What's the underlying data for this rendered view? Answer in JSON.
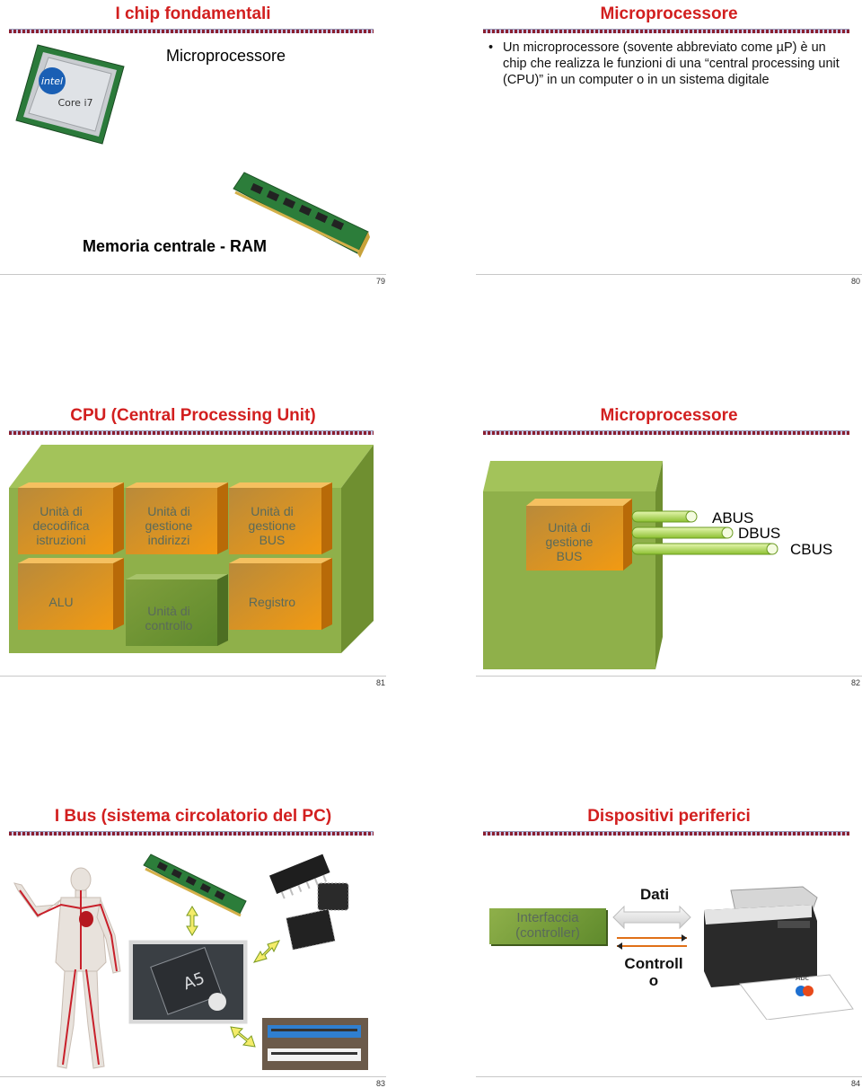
{
  "slides": [
    {
      "title": "I chip fondamentali",
      "page": "79",
      "cpu_label": "Microprocessore",
      "ram_label": "Memoria centrale - RAM",
      "cpu_chip_brand": "intel",
      "cpu_chip_model": "Core i7"
    },
    {
      "title": "Microprocessore",
      "page": "80",
      "bullet": "Un microprocessore (sovente abbreviato come µP) è un chip che realizza le funzioni di una “central processing unit (CPU)” in un computer o in un sistema digitale"
    },
    {
      "title": "CPU (Central Processing Unit)",
      "page": "81",
      "units": {
        "decode": [
          "Unità di",
          "decodifica",
          "istruzioni"
        ],
        "address": [
          "Unità di",
          "gestione",
          "indirizzi"
        ],
        "bus": [
          "Unità di",
          "gestione",
          "BUS"
        ],
        "alu": [
          "ALU"
        ],
        "control": [
          "Unità di",
          "controllo"
        ],
        "register": [
          "Registro"
        ]
      }
    },
    {
      "title": "Microprocessore",
      "page": "82",
      "unit": [
        "Unità di",
        "gestione",
        "BUS"
      ],
      "buses": [
        "ABUS",
        "DBUS",
        "CBUS"
      ]
    },
    {
      "title": "I Bus (sistema circolatorio del PC)",
      "page": "83",
      "chip_label": "A5"
    },
    {
      "title": "Dispositivi periferici",
      "page": "84",
      "interface": [
        "Interfaccia",
        "(controller)"
      ],
      "data_label": "Dati",
      "control_label": [
        "Controll",
        "o"
      ],
      "paper_label": "Abc"
    }
  ],
  "colors": {
    "title": "#d21f1f",
    "unit_orange": "#e88a10",
    "box_green": "#8fb04a",
    "bus_green": "#9acd32"
  }
}
